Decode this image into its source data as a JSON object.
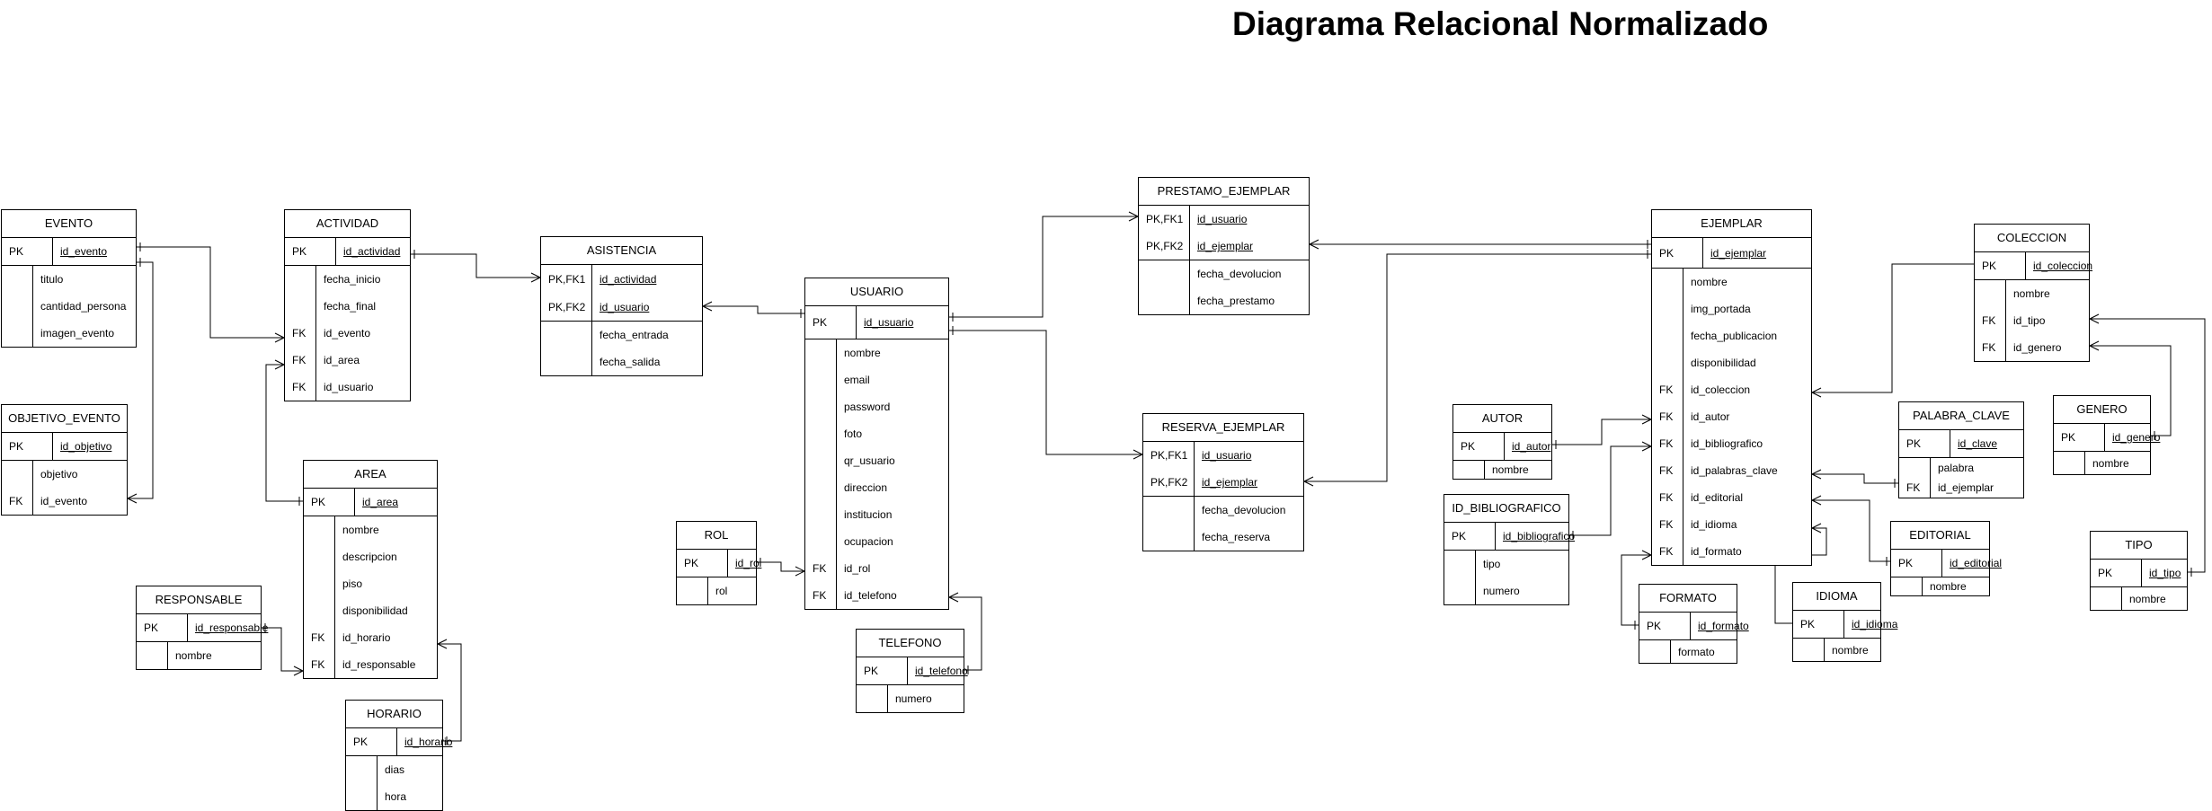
{
  "title": "Diagrama Relacional Normalizado",
  "entities": [
    {
      "id": "evento",
      "name": "EVENTO",
      "keys": [
        [
          "PK",
          "id_evento"
        ]
      ],
      "attrs": [
        [
          "",
          "titulo"
        ],
        [
          "",
          "cantidad_persona"
        ],
        [
          "",
          "imagen_evento"
        ]
      ]
    },
    {
      "id": "objetivo_evento",
      "name": "OBJETIVO_EVENTO",
      "keys": [
        [
          "PK",
          "id_objetivo"
        ]
      ],
      "attrs": [
        [
          "",
          "objetivo"
        ],
        [
          "FK",
          "id_evento"
        ]
      ]
    },
    {
      "id": "actividad",
      "name": "ACTIVIDAD",
      "keys": [
        [
          "PK",
          "id_actividad"
        ]
      ],
      "attrs": [
        [
          "",
          "fecha_inicio"
        ],
        [
          "",
          "fecha_final"
        ],
        [
          "FK",
          "id_evento"
        ],
        [
          "FK",
          "id_area"
        ],
        [
          "FK",
          "id_usuario"
        ]
      ]
    },
    {
      "id": "area",
      "name": "AREA",
      "keys": [
        [
          "PK",
          "id_area"
        ]
      ],
      "attrs": [
        [
          "",
          "nombre"
        ],
        [
          "",
          "descripcion"
        ],
        [
          "",
          "piso"
        ],
        [
          "",
          "disponibilidad"
        ],
        [
          "FK",
          "id_horario"
        ],
        [
          "FK",
          "id_responsable"
        ]
      ]
    },
    {
      "id": "responsable",
      "name": "RESPONSABLE",
      "keys": [
        [
          "PK",
          "id_responsable"
        ]
      ],
      "attrs": [
        [
          "",
          "nombre"
        ]
      ]
    },
    {
      "id": "horario",
      "name": "HORARIO",
      "keys": [
        [
          "PK",
          "id_horario"
        ]
      ],
      "attrs": [
        [
          "",
          "dias"
        ],
        [
          "",
          "hora"
        ]
      ]
    },
    {
      "id": "asistencia",
      "name": "ASISTENCIA",
      "keys": [
        [
          "PK,FK1",
          "id_actividad"
        ],
        [
          "PK,FK2",
          "id_usuario"
        ]
      ],
      "attrs": [
        [
          "",
          "fecha_entrada"
        ],
        [
          "",
          "fecha_salida"
        ]
      ]
    },
    {
      "id": "rol",
      "name": "ROL",
      "keys": [
        [
          "PK",
          "id_rol"
        ]
      ],
      "attrs": [
        [
          "",
          "rol"
        ]
      ]
    },
    {
      "id": "usuario",
      "name": "USUARIO",
      "keys": [
        [
          "PK",
          "id_usuario"
        ]
      ],
      "attrs": [
        [
          "",
          "nombre"
        ],
        [
          "",
          "email"
        ],
        [
          "",
          "password"
        ],
        [
          "",
          "foto"
        ],
        [
          "",
          "qr_usuario"
        ],
        [
          "",
          "direccion"
        ],
        [
          "",
          "institucion"
        ],
        [
          "",
          "ocupacion"
        ],
        [
          "FK",
          "id_rol"
        ],
        [
          "FK",
          "id_telefono"
        ]
      ]
    },
    {
      "id": "telefono",
      "name": "TELEFONO",
      "keys": [
        [
          "PK",
          "id_telefono"
        ]
      ],
      "attrs": [
        [
          "",
          "numero"
        ]
      ]
    },
    {
      "id": "prestamo_ejemplar",
      "name": "PRESTAMO_EJEMPLAR",
      "keys": [
        [
          "PK,FK1",
          "id_usuario"
        ],
        [
          "PK,FK2",
          "id_ejemplar"
        ]
      ],
      "attrs": [
        [
          "",
          "fecha_devolucion"
        ],
        [
          "",
          "fecha_prestamo"
        ]
      ]
    },
    {
      "id": "reserva_ejemplar",
      "name": "RESERVA_EJEMPLAR",
      "keys": [
        [
          "PK,FK1",
          "id_usuario"
        ],
        [
          "PK,FK2",
          "id_ejemplar"
        ]
      ],
      "attrs": [
        [
          "",
          "fecha_devolucion"
        ],
        [
          "",
          "fecha_reserva"
        ]
      ]
    },
    {
      "id": "autor",
      "name": "AUTOR",
      "keys": [
        [
          "PK",
          "id_autor"
        ]
      ],
      "attrs": [
        [
          "",
          "nombre"
        ]
      ]
    },
    {
      "id": "id_bibliografico",
      "name": "ID_BIBLIOGRAFICO",
      "keys": [
        [
          "PK",
          "id_bibliografico"
        ]
      ],
      "attrs": [
        [
          "",
          "tipo"
        ],
        [
          "",
          "numero"
        ]
      ]
    },
    {
      "id": "formato",
      "name": "FORMATO",
      "keys": [
        [
          "PK",
          "id_formato"
        ]
      ],
      "attrs": [
        [
          "",
          "formato"
        ]
      ]
    },
    {
      "id": "idioma",
      "name": "IDIOMA",
      "keys": [
        [
          "PK",
          "id_idioma"
        ]
      ],
      "attrs": [
        [
          "",
          "nombre"
        ]
      ]
    },
    {
      "id": "ejemplar",
      "name": "EJEMPLAR",
      "keys": [
        [
          "PK",
          "id_ejemplar"
        ]
      ],
      "attrs": [
        [
          "",
          "nombre"
        ],
        [
          "",
          "img_portada"
        ],
        [
          "",
          "fecha_publicacion"
        ],
        [
          "",
          "disponibilidad"
        ],
        [
          "FK",
          "id_coleccion"
        ],
        [
          "FK",
          "id_autor"
        ],
        [
          "FK",
          "id_bibliografico"
        ],
        [
          "FK",
          "id_palabras_clave"
        ],
        [
          "FK",
          "id_editorial"
        ],
        [
          "FK",
          "id_idioma"
        ],
        [
          "FK",
          "id_formato"
        ]
      ]
    },
    {
      "id": "editorial",
      "name": "EDITORIAL",
      "keys": [
        [
          "PK",
          "id_editorial"
        ]
      ],
      "attrs": [
        [
          "",
          "nombre"
        ]
      ]
    },
    {
      "id": "palabra_clave",
      "name": "PALABRA_CLAVE",
      "keys": [
        [
          "PK",
          "id_clave"
        ]
      ],
      "attrs": [
        [
          "",
          "palabra"
        ],
        [
          "FK",
          "id_ejemplar"
        ]
      ]
    },
    {
      "id": "coleccion",
      "name": "COLECCION",
      "keys": [
        [
          "PK",
          "id_coleccion"
        ]
      ],
      "attrs": [
        [
          "",
          "nombre"
        ],
        [
          "FK",
          "id_tipo"
        ],
        [
          "FK",
          "id_genero"
        ]
      ]
    },
    {
      "id": "genero",
      "name": "GENERO",
      "keys": [
        [
          "PK",
          "id_genero"
        ]
      ],
      "attrs": [
        [
          "",
          "nombre"
        ]
      ]
    },
    {
      "id": "tipo",
      "name": "TIPO",
      "keys": [
        [
          "PK",
          "id_tipo"
        ]
      ],
      "attrs": [
        [
          "",
          "nombre"
        ]
      ]
    }
  ]
}
